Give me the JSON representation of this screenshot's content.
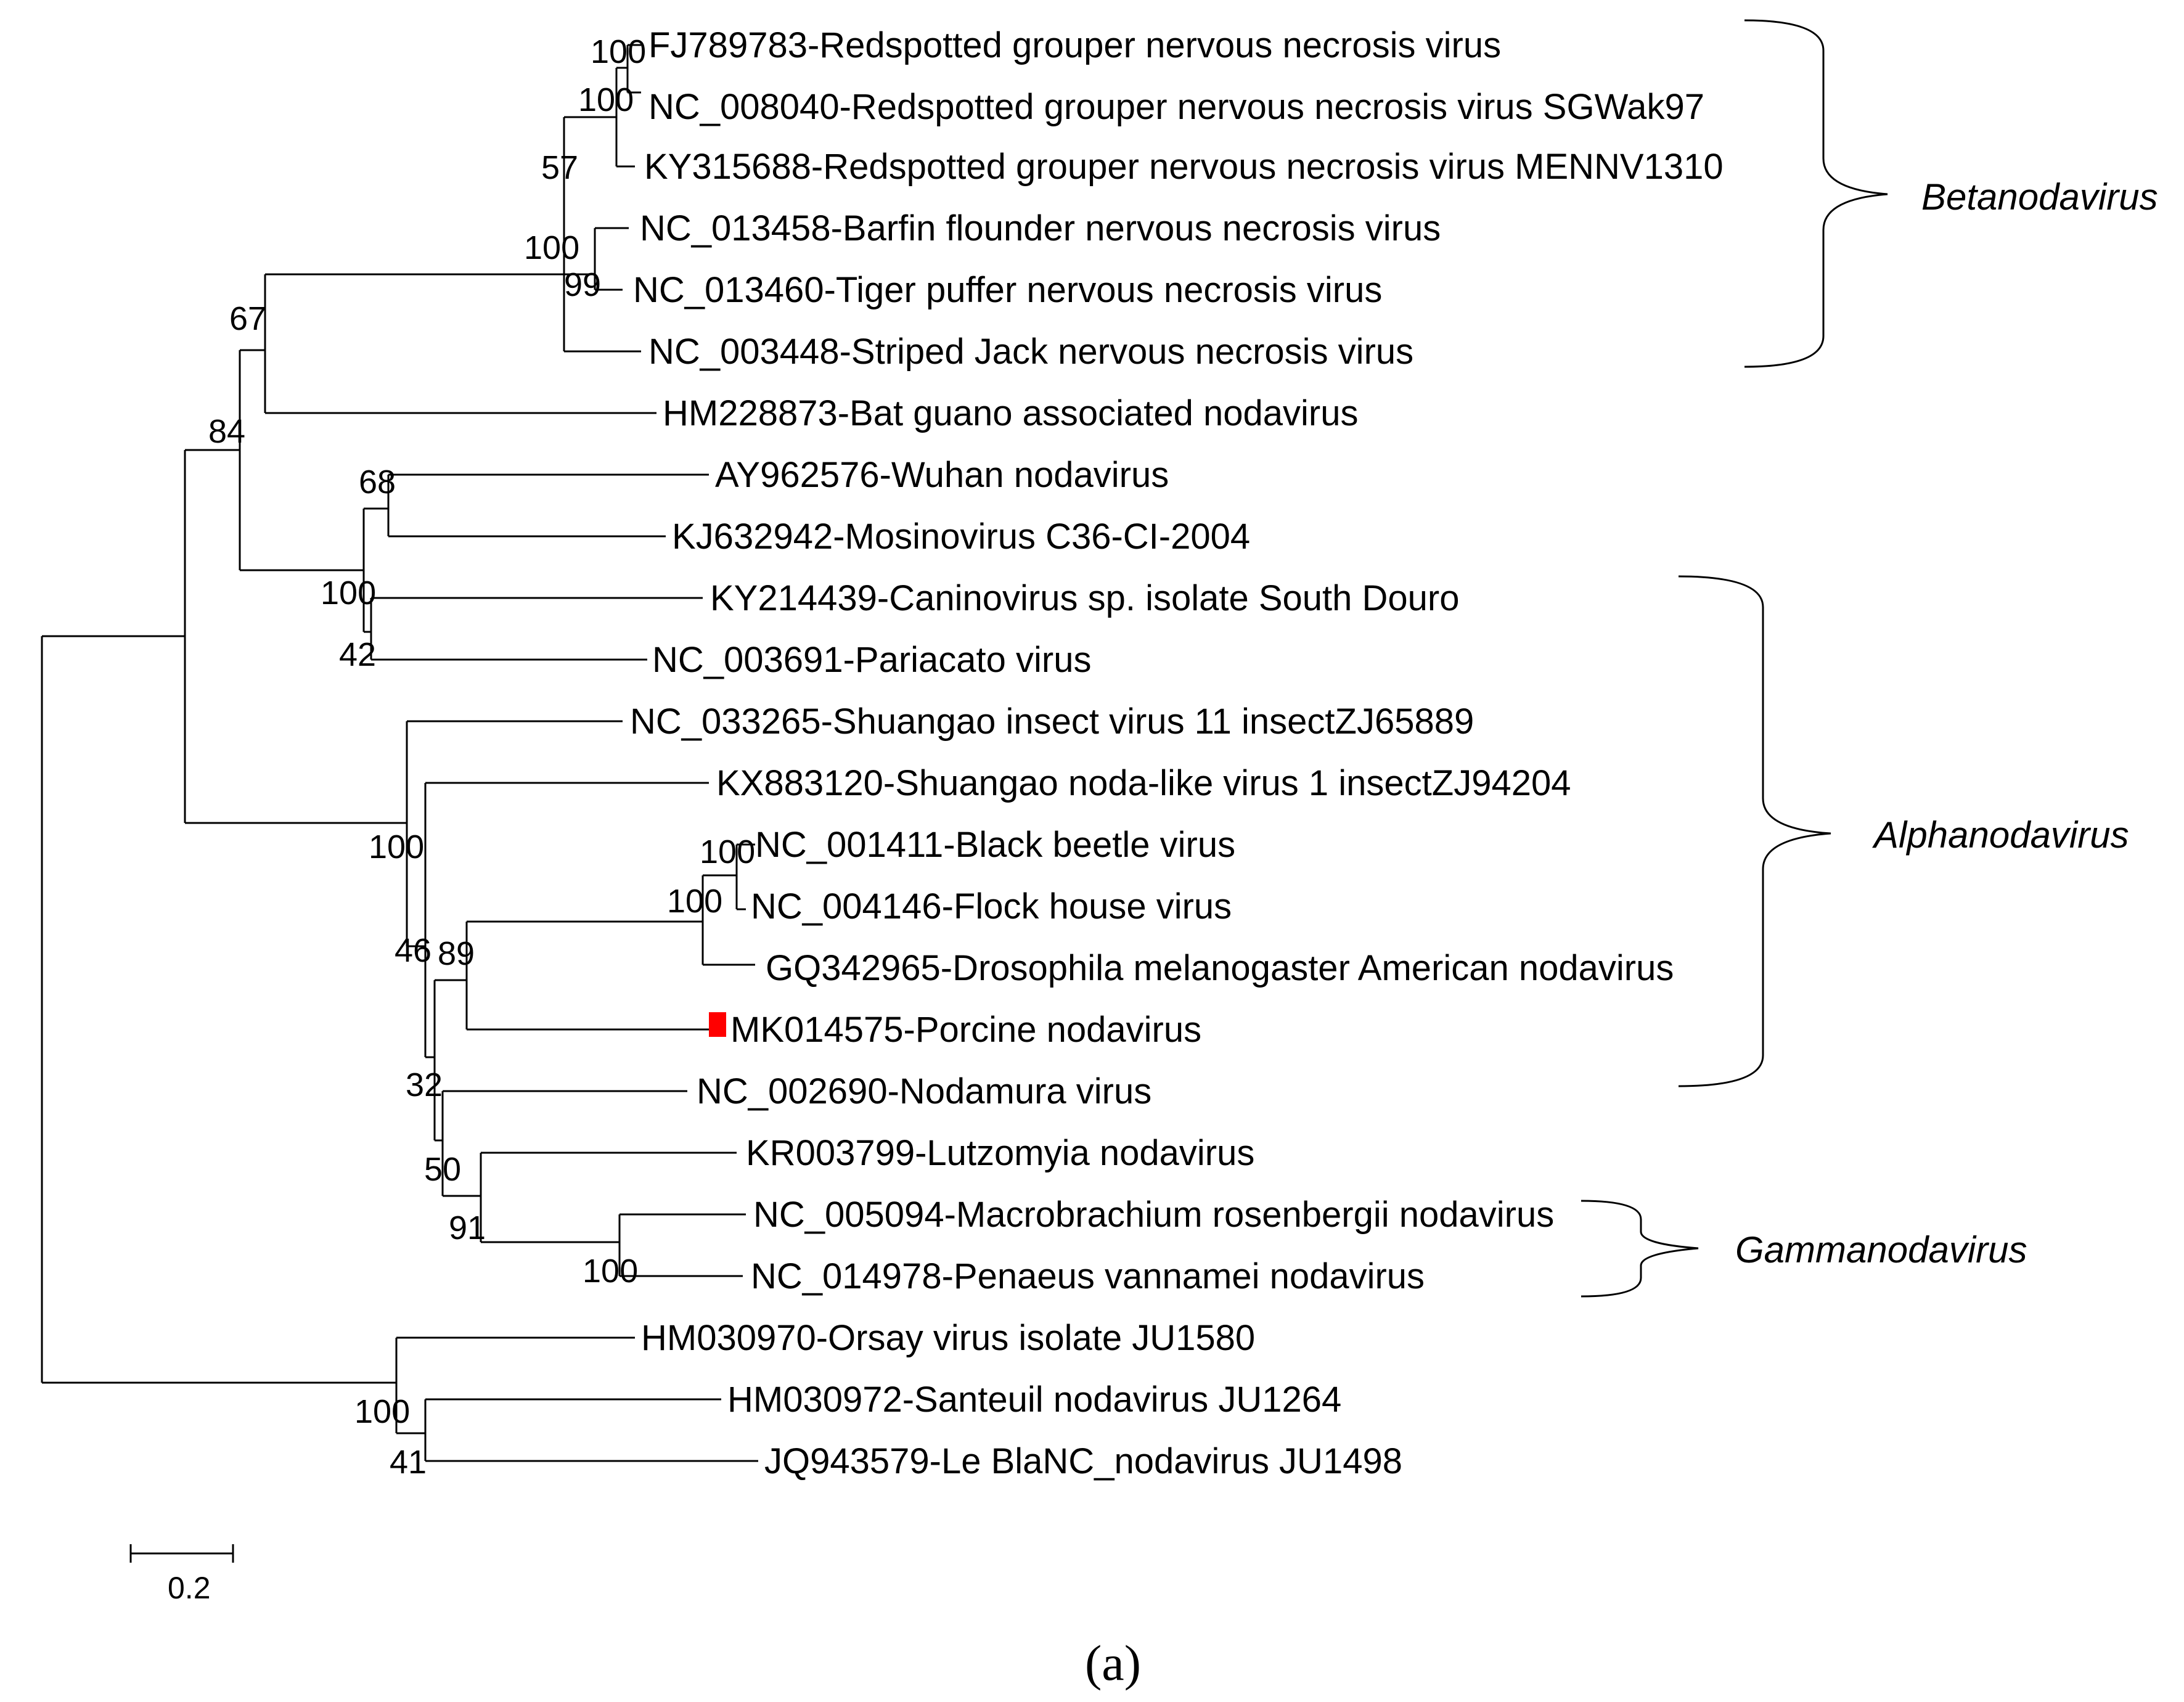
{
  "leaves": [
    "FJ789783-Redspotted grouper nervous necrosis virus",
    "NC_008040-Redspotted grouper nervous necrosis virus SGWak97",
    "KY315688-Redspotted grouper nervous necrosis virus MENNV1310",
    "NC_013458-Barfin flounder nervous necrosis virus",
    "NC_013460-Tiger puffer nervous necrosis virus",
    "NC_003448-Striped Jack nervous necrosis virus",
    "HM228873-Bat guano associated nodavirus",
    "AY962576-Wuhan nodavirus",
    "KJ632942-Mosinovirus C36-CI-2004",
    "KY214439-Caninovirus sp. isolate South Douro",
    "NC_003691-Pariacato virus",
    "NC_033265-Shuangao insect virus 11 insectZJ65889",
    "KX883120-Shuangao noda-like virus 1 insectZJ94204",
    "NC_001411-Black beetle virus",
    "NC_004146-Flock house virus",
    "GQ342965-Drosophila melanogaster American nodavirus",
    "MK014575-Porcine nodavirus",
    "NC_002690-Nodamura virus",
    "KR003799-Lutzomyia nodavirus",
    "NC_005094-Macrobrachium rosenbergii nodavirus",
    "NC_014978-Penaeus vannamei nodavirus",
    "HM030970-Orsay virus isolate JU1580",
    "HM030972-Santeuil nodavirus JU1264",
    "JQ943579-Le BlaNC_nodavirus JU1498"
  ],
  "support_values": [
    "100",
    "100",
    "57",
    "100",
    "99",
    "67",
    "84",
    "68",
    "100",
    "42",
    "100",
    "46",
    "89",
    "100",
    "100",
    "32",
    "50",
    "91",
    "100",
    "100",
    "41"
  ],
  "clades": {
    "betanodavirus": "Betanodavirus",
    "alphanodavirus": "Alphanodavirus",
    "gammanodavirus": "Gammanodavirus"
  },
  "highlight_color": "#ff0000",
  "scale_bar": {
    "label": "0.2"
  },
  "caption": "(a)"
}
